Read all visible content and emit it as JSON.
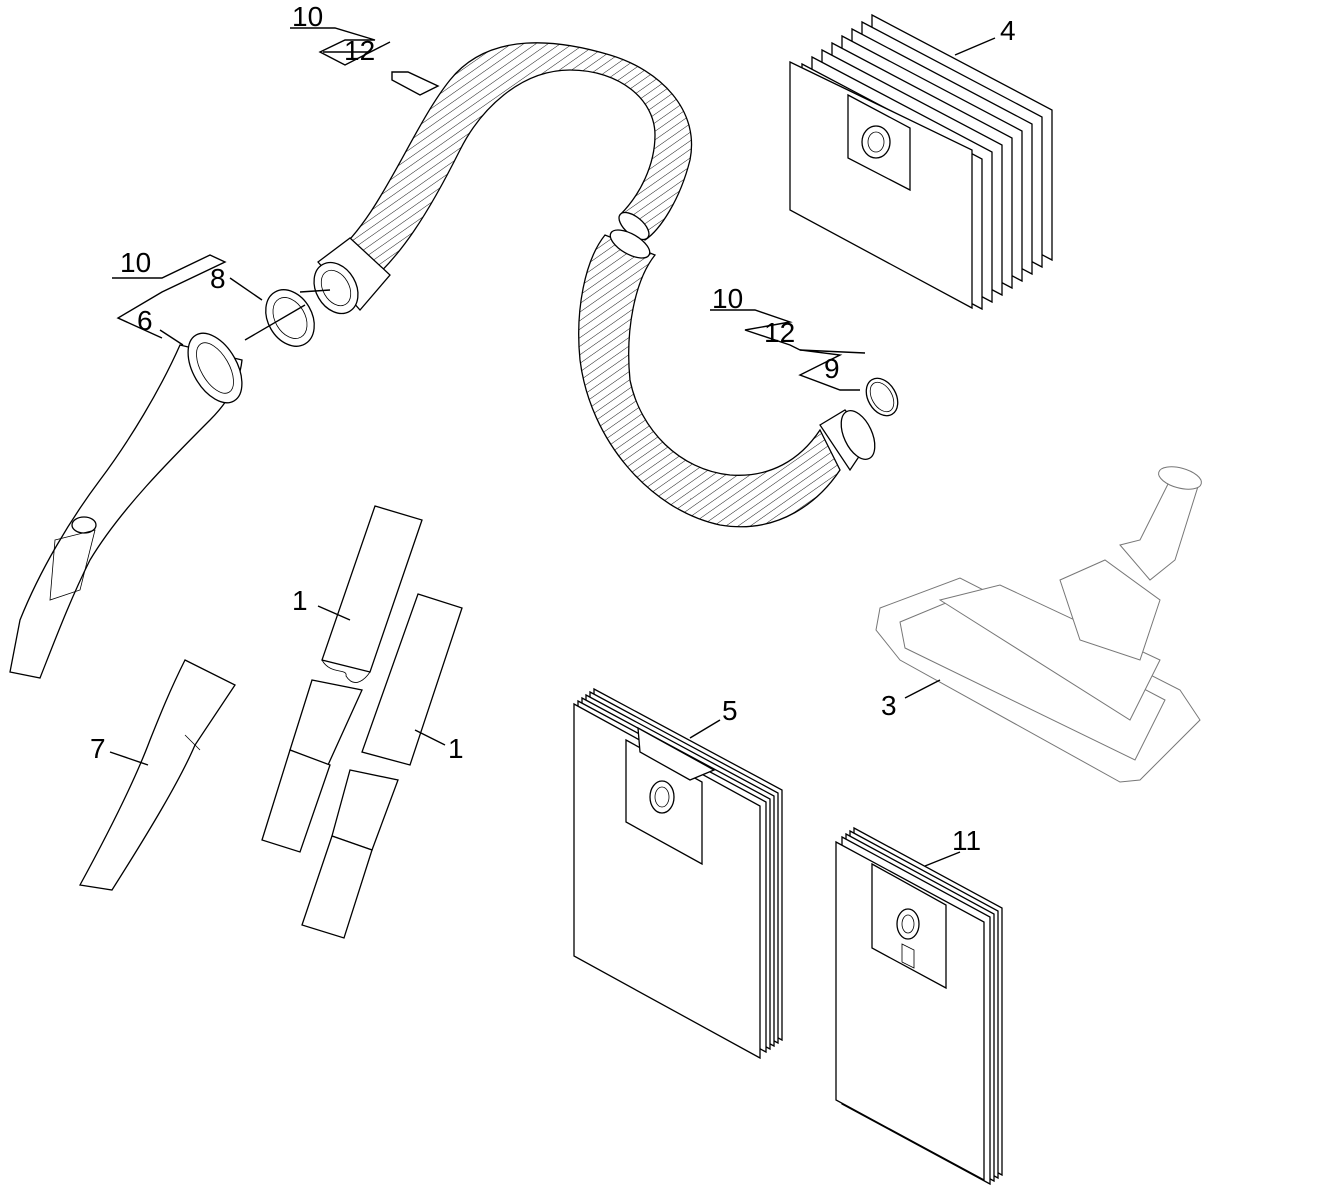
{
  "callouts": {
    "hose_top_10": "10",
    "hose_top_12": "12",
    "handle_10": "10",
    "ring_8": "8",
    "handle_6": "6",
    "end_10": "10",
    "end_12": "12",
    "oring_9": "9",
    "bags_4": "4",
    "tube_1a": "1",
    "tube_1b": "1",
    "crevice_7": "7",
    "bags_5": "5",
    "floor_3": "3",
    "bags_11": "11"
  },
  "icons": {
    "hose": "corrugated-suction-hose-icon",
    "handle": "hose-handle-icon",
    "ring": "bayonet-ring-icon",
    "oring": "o-ring-icon",
    "tube": "extension-tube-icon",
    "crevice": "crevice-nozzle-icon",
    "floor": "floor-nozzle-icon",
    "bag": "filter-bag-icon"
  }
}
